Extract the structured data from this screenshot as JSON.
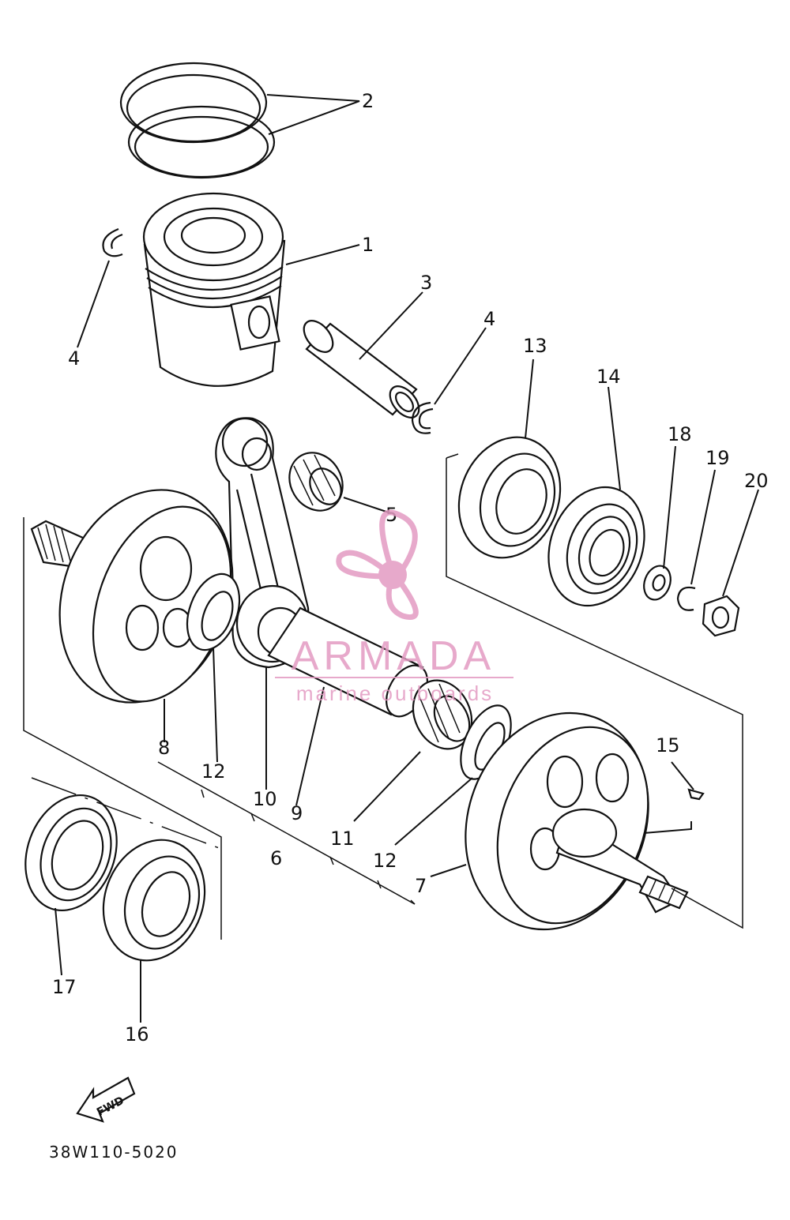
{
  "callouts": [
    "1",
    "2",
    "3",
    "4",
    "4",
    "5",
    "6",
    "7",
    "8",
    "9",
    "10",
    "11",
    "12",
    "12",
    "13",
    "14",
    "15",
    "16",
    "17",
    "18",
    "19",
    "20"
  ],
  "fwd_label": "FWD",
  "drawing_code": "38W110-5020",
  "watermark": {
    "brand": "ARMADA",
    "tagline": "marine outboards",
    "color": "#e39bc2"
  }
}
